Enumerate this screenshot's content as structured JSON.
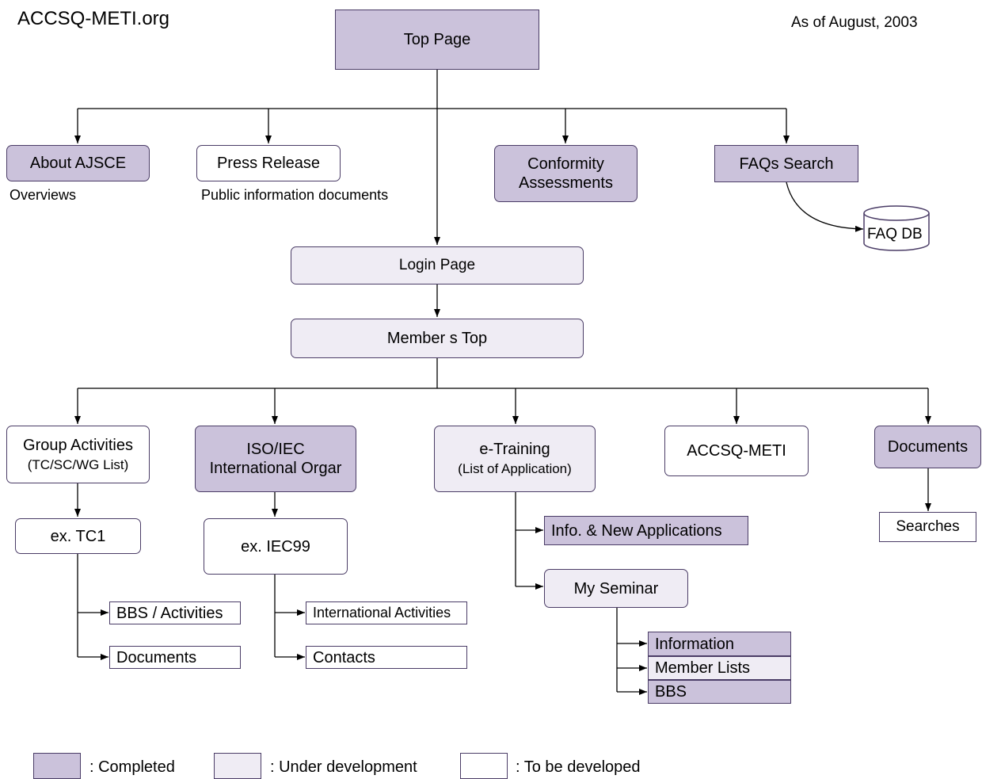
{
  "header": {
    "site": "ACCSQ-METI.org",
    "date": "As of August, 2003"
  },
  "nodes": {
    "top_page": "Top Page",
    "about": "About AJSCE",
    "about_note": "Overviews",
    "press": "Press Release",
    "press_note": "Public information documents",
    "conformity_1": "Conformity",
    "conformity_2": "Assessments",
    "faqs": "FAQs Search",
    "faq_db": "FAQ DB",
    "login": "Login Page",
    "members_top": "Member s Top",
    "group_1": "Group Activities",
    "group_2": "(TC/SC/WG List)",
    "iso_1": "ISO/IEC",
    "iso_2": "International Orgar",
    "etraining_1": "e-Training",
    "etraining_2": "(List of Application)",
    "accsq": "ACCSQ-METI",
    "documents": "Documents",
    "tc1": "ex. TC1",
    "bbs_activities": "BBS / Activities",
    "tc1_documents": "Documents",
    "iec99": "ex. IEC99",
    "intl_activities": "International Activities",
    "contacts": "Contacts",
    "info_new": "Info. & New Applications",
    "my_seminar": "My Seminar",
    "information": "Information",
    "member_lists": "Member Lists",
    "bbs": "BBS",
    "searches": "Searches"
  },
  "legend": {
    "completed": ": Completed",
    "under_dev": ": Under development",
    "to_be": ": To be developed"
  },
  "colors": {
    "completed": "#cbc2db",
    "under_development": "#efecf4",
    "to_be_developed": "#ffffff",
    "border": "#4a3c66"
  }
}
